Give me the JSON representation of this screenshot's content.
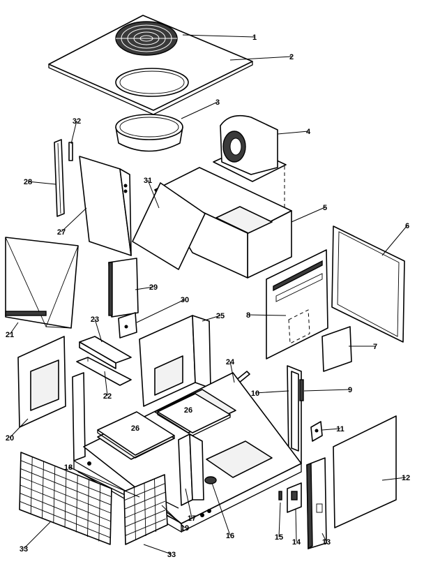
{
  "callouts": [
    {
      "id": "1",
      "part": "fan-guard",
      "label": "1"
    },
    {
      "id": "2",
      "part": "top-cover",
      "label": "2"
    },
    {
      "id": "3",
      "part": "venturi-ring",
      "label": "3"
    },
    {
      "id": "4",
      "part": "blower-assembly",
      "label": "4"
    },
    {
      "id": "5",
      "part": "partition-panel",
      "label": "5"
    },
    {
      "id": "6",
      "part": "access-panel-right",
      "label": "6"
    },
    {
      "id": "7",
      "part": "cover-plate",
      "label": "7"
    },
    {
      "id": "8",
      "part": "control-panel",
      "label": "8"
    },
    {
      "id": "9",
      "part": "corner-post-right",
      "label": "9"
    },
    {
      "id": "10",
      "part": "side-rail",
      "label": "10"
    },
    {
      "id": "11",
      "part": "terminal-block",
      "label": "11"
    },
    {
      "id": "12",
      "part": "side-panel-right",
      "label": "12"
    },
    {
      "id": "13",
      "part": "corner-panel",
      "label": "13"
    },
    {
      "id": "14",
      "part": "bracket-plate",
      "label": "14"
    },
    {
      "id": "15",
      "part": "small-bracket",
      "label": "15"
    },
    {
      "id": "16",
      "part": "drain-fitting",
      "label": "16"
    },
    {
      "id": "17",
      "part": "tube-assembly",
      "label": "17"
    },
    {
      "id": "18",
      "part": "base-rail",
      "label": "18"
    },
    {
      "id": "19",
      "part": "support-rail",
      "label": "19"
    },
    {
      "id": "20",
      "part": "access-door-left",
      "label": "20"
    },
    {
      "id": "21",
      "part": "coil-panel",
      "label": "21"
    },
    {
      "id": "22",
      "part": "lower-bracket",
      "label": "22"
    },
    {
      "id": "23",
      "part": "upper-bracket",
      "label": "23"
    },
    {
      "id": "24",
      "part": "rail-strip",
      "label": "24"
    },
    {
      "id": "25",
      "part": "center-divider",
      "label": "25"
    },
    {
      "id": "26",
      "part": "filter",
      "label": "26"
    },
    {
      "id": "26",
      "part": "filter",
      "label": "26"
    },
    {
      "id": "27",
      "part": "side-panel-left",
      "label": "27"
    },
    {
      "id": "28",
      "part": "corner-post-left",
      "label": "28"
    },
    {
      "id": "29",
      "part": "baffle",
      "label": "29"
    },
    {
      "id": "30",
      "part": "mounting-bracket",
      "label": "30"
    },
    {
      "id": "31",
      "part": "coil-slab",
      "label": "31"
    },
    {
      "id": "32",
      "part": "clip",
      "label": "32"
    },
    {
      "id": "33",
      "part": "coil-guard",
      "label": "33"
    },
    {
      "id": "33",
      "part": "coil-guard",
      "label": "33"
    }
  ]
}
